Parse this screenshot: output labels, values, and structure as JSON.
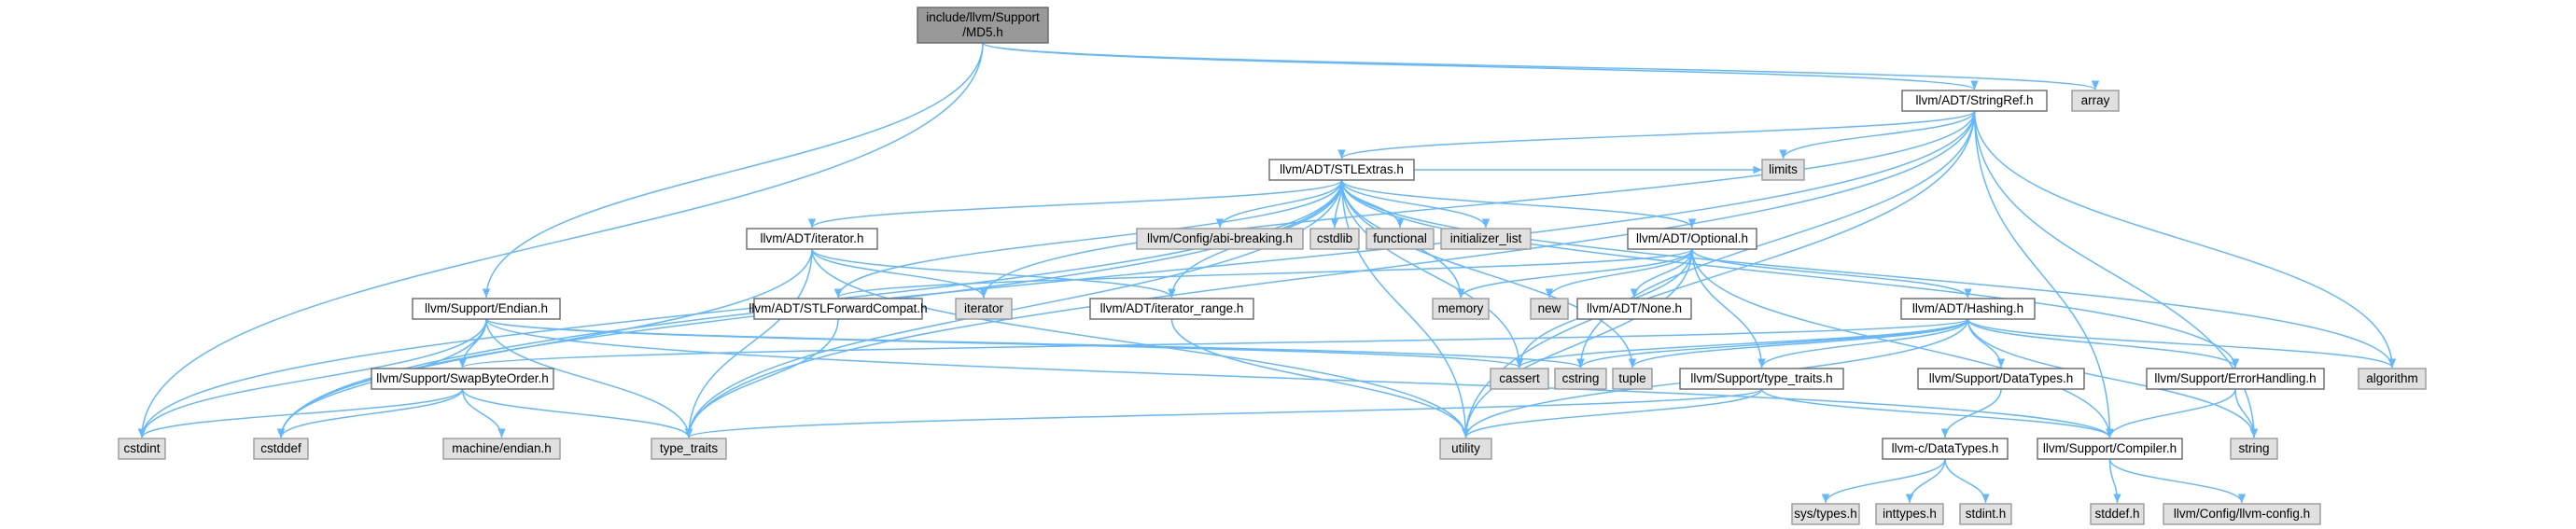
{
  "colors": {
    "root_fill": "#999999",
    "root_stroke": "#666666",
    "internal_fill": "#ffffff",
    "internal_stroke": "#666666",
    "external_fill": "#e0e0e0",
    "external_stroke": "#999999",
    "edge": "#63b8ff"
  },
  "nodes": [
    {
      "id": "md5",
      "lines": [
        "include/llvm/Support",
        "/MD5.h"
      ],
      "kind": "root"
    },
    {
      "id": "array",
      "lines": [
        "array"
      ],
      "kind": "external"
    },
    {
      "id": "stringref",
      "lines": [
        "llvm/ADT/StringRef.h"
      ],
      "kind": "internal"
    },
    {
      "id": "stlextras",
      "lines": [
        "llvm/ADT/STLExtras.h"
      ],
      "kind": "internal"
    },
    {
      "id": "endian",
      "lines": [
        "llvm/Support/Endian.h"
      ],
      "kind": "internal"
    },
    {
      "id": "iterator_h",
      "lines": [
        "llvm/ADT/iterator.h"
      ],
      "kind": "internal"
    },
    {
      "id": "abibreaking",
      "lines": [
        "llvm/Config/abi-breaking.h"
      ],
      "kind": "external"
    },
    {
      "id": "cstdlib",
      "lines": [
        "cstdlib"
      ],
      "kind": "external"
    },
    {
      "id": "functional",
      "lines": [
        "functional"
      ],
      "kind": "external"
    },
    {
      "id": "initializer_list",
      "lines": [
        "initializer_list"
      ],
      "kind": "external"
    },
    {
      "id": "limits",
      "lines": [
        "limits"
      ],
      "kind": "external"
    },
    {
      "id": "optional",
      "lines": [
        "llvm/ADT/Optional.h"
      ],
      "kind": "internal"
    },
    {
      "id": "stlforward",
      "lines": [
        "llvm/ADT/STLForwardCompat.h"
      ],
      "kind": "internal"
    },
    {
      "id": "iterator",
      "lines": [
        "iterator"
      ],
      "kind": "external"
    },
    {
      "id": "iterator_range",
      "lines": [
        "llvm/ADT/iterator_range.h"
      ],
      "kind": "internal"
    },
    {
      "id": "memory",
      "lines": [
        "memory"
      ],
      "kind": "external"
    },
    {
      "id": "new",
      "lines": [
        "new"
      ],
      "kind": "external"
    },
    {
      "id": "none",
      "lines": [
        "llvm/ADT/None.h"
      ],
      "kind": "internal"
    },
    {
      "id": "hashing",
      "lines": [
        "llvm/ADT/Hashing.h"
      ],
      "kind": "internal"
    },
    {
      "id": "swapbyte",
      "lines": [
        "llvm/Support/SwapByteOrder.h"
      ],
      "kind": "internal"
    },
    {
      "id": "cassert",
      "lines": [
        "cassert"
      ],
      "kind": "external"
    },
    {
      "id": "cstring",
      "lines": [
        "cstring"
      ],
      "kind": "external"
    },
    {
      "id": "tuple",
      "lines": [
        "tuple"
      ],
      "kind": "external"
    },
    {
      "id": "sup_typetraits",
      "lines": [
        "llvm/Support/type_traits.h"
      ],
      "kind": "internal"
    },
    {
      "id": "sup_datatypes",
      "lines": [
        "llvm/Support/DataTypes.h"
      ],
      "kind": "internal"
    },
    {
      "id": "errorhandling",
      "lines": [
        "llvm/Support/ErrorHandling.h"
      ],
      "kind": "internal"
    },
    {
      "id": "algorithm",
      "lines": [
        "algorithm"
      ],
      "kind": "external"
    },
    {
      "id": "cstdint",
      "lines": [
        "cstdint"
      ],
      "kind": "external"
    },
    {
      "id": "cstddef",
      "lines": [
        "cstddef"
      ],
      "kind": "external"
    },
    {
      "id": "machine_endian",
      "lines": [
        "machine/endian.h"
      ],
      "kind": "external"
    },
    {
      "id": "type_traits",
      "lines": [
        "type_traits"
      ],
      "kind": "external"
    },
    {
      "id": "utility",
      "lines": [
        "utility"
      ],
      "kind": "external"
    },
    {
      "id": "c_datatypes",
      "lines": [
        "llvm-c/DataTypes.h"
      ],
      "kind": "internal"
    },
    {
      "id": "compiler",
      "lines": [
        "llvm/Support/Compiler.h"
      ],
      "kind": "internal"
    },
    {
      "id": "string",
      "lines": [
        "string"
      ],
      "kind": "external"
    },
    {
      "id": "sys_types",
      "lines": [
        "sys/types.h"
      ],
      "kind": "external"
    },
    {
      "id": "inttypes",
      "lines": [
        "inttypes.h"
      ],
      "kind": "external"
    },
    {
      "id": "stdint",
      "lines": [
        "stdint.h"
      ],
      "kind": "external"
    },
    {
      "id": "stddef",
      "lines": [
        "stddef.h"
      ],
      "kind": "external"
    },
    {
      "id": "llvm_config",
      "lines": [
        "llvm/Config/llvm-config.h"
      ],
      "kind": "external"
    }
  ],
  "edges": [
    [
      "md5",
      "array"
    ],
    [
      "md5",
      "stringref"
    ],
    [
      "md5",
      "endian"
    ],
    [
      "md5",
      "cstdint"
    ],
    [
      "stringref",
      "stlextras"
    ],
    [
      "stringref",
      "limits"
    ],
    [
      "stringref",
      "algorithm"
    ],
    [
      "stringref",
      "compiler"
    ],
    [
      "stringref",
      "string"
    ],
    [
      "stringref",
      "utility"
    ],
    [
      "stringref",
      "cstddef"
    ],
    [
      "stringref",
      "cstring"
    ],
    [
      "stringref",
      "type_traits"
    ],
    [
      "stringref",
      "iterator"
    ],
    [
      "stlextras",
      "iterator_h"
    ],
    [
      "stlextras",
      "abibreaking"
    ],
    [
      "stlextras",
      "cstdlib"
    ],
    [
      "stlextras",
      "functional"
    ],
    [
      "stlextras",
      "initializer_list"
    ],
    [
      "stlextras",
      "limits"
    ],
    [
      "stlextras",
      "optional"
    ],
    [
      "stlextras",
      "stlforward"
    ],
    [
      "stlextras",
      "iterator_range"
    ],
    [
      "stlextras",
      "memory"
    ],
    [
      "stlextras",
      "cassert"
    ],
    [
      "stlextras",
      "tuple"
    ],
    [
      "stlextras",
      "utility"
    ],
    [
      "stlextras",
      "type_traits"
    ],
    [
      "stlextras",
      "cstddef"
    ],
    [
      "stlextras",
      "cstdint"
    ],
    [
      "stlextras",
      "algorithm"
    ],
    [
      "stlextras",
      "errorhandling"
    ],
    [
      "iterator_h",
      "iterator"
    ],
    [
      "iterator_h",
      "iterator_range"
    ],
    [
      "iterator_h",
      "type_traits"
    ],
    [
      "iterator_h",
      "cstddef"
    ],
    [
      "iterator_h",
      "utility"
    ],
    [
      "optional",
      "new"
    ],
    [
      "optional",
      "none"
    ],
    [
      "optional",
      "hashing"
    ],
    [
      "optional",
      "memory"
    ],
    [
      "optional",
      "cassert"
    ],
    [
      "optional",
      "utility"
    ],
    [
      "optional",
      "stlforward"
    ],
    [
      "optional",
      "compiler"
    ],
    [
      "optional",
      "sup_typetraits"
    ],
    [
      "hashing",
      "errorhandling"
    ],
    [
      "hashing",
      "sup_datatypes"
    ],
    [
      "hashing",
      "sup_typetraits"
    ],
    [
      "hashing",
      "algorithm"
    ],
    [
      "hashing",
      "cassert"
    ],
    [
      "hashing",
      "cstring"
    ],
    [
      "hashing",
      "tuple"
    ],
    [
      "hashing",
      "string"
    ],
    [
      "hashing",
      "utility"
    ],
    [
      "hashing",
      "swapbyte"
    ],
    [
      "endian",
      "swapbyte"
    ],
    [
      "endian",
      "compiler"
    ],
    [
      "endian",
      "cassert"
    ],
    [
      "endian",
      "cstddef"
    ],
    [
      "endian",
      "cstdint"
    ],
    [
      "endian",
      "cstring"
    ],
    [
      "endian",
      "type_traits"
    ],
    [
      "swapbyte",
      "machine_endian"
    ],
    [
      "swapbyte",
      "type_traits"
    ],
    [
      "swapbyte",
      "cstddef"
    ],
    [
      "swapbyte",
      "cstdint"
    ],
    [
      "stlforward",
      "type_traits"
    ],
    [
      "iterator_range",
      "utility"
    ],
    [
      "sup_typetraits",
      "compiler"
    ],
    [
      "sup_typetraits",
      "utility"
    ],
    [
      "sup_typetraits",
      "type_traits"
    ],
    [
      "sup_datatypes",
      "c_datatypes"
    ],
    [
      "c_datatypes",
      "sys_types"
    ],
    [
      "c_datatypes",
      "inttypes"
    ],
    [
      "c_datatypes",
      "stdint"
    ],
    [
      "errorhandling",
      "compiler"
    ],
    [
      "errorhandling",
      "string"
    ],
    [
      "compiler",
      "stddef"
    ],
    [
      "compiler",
      "llvm_config"
    ]
  ]
}
